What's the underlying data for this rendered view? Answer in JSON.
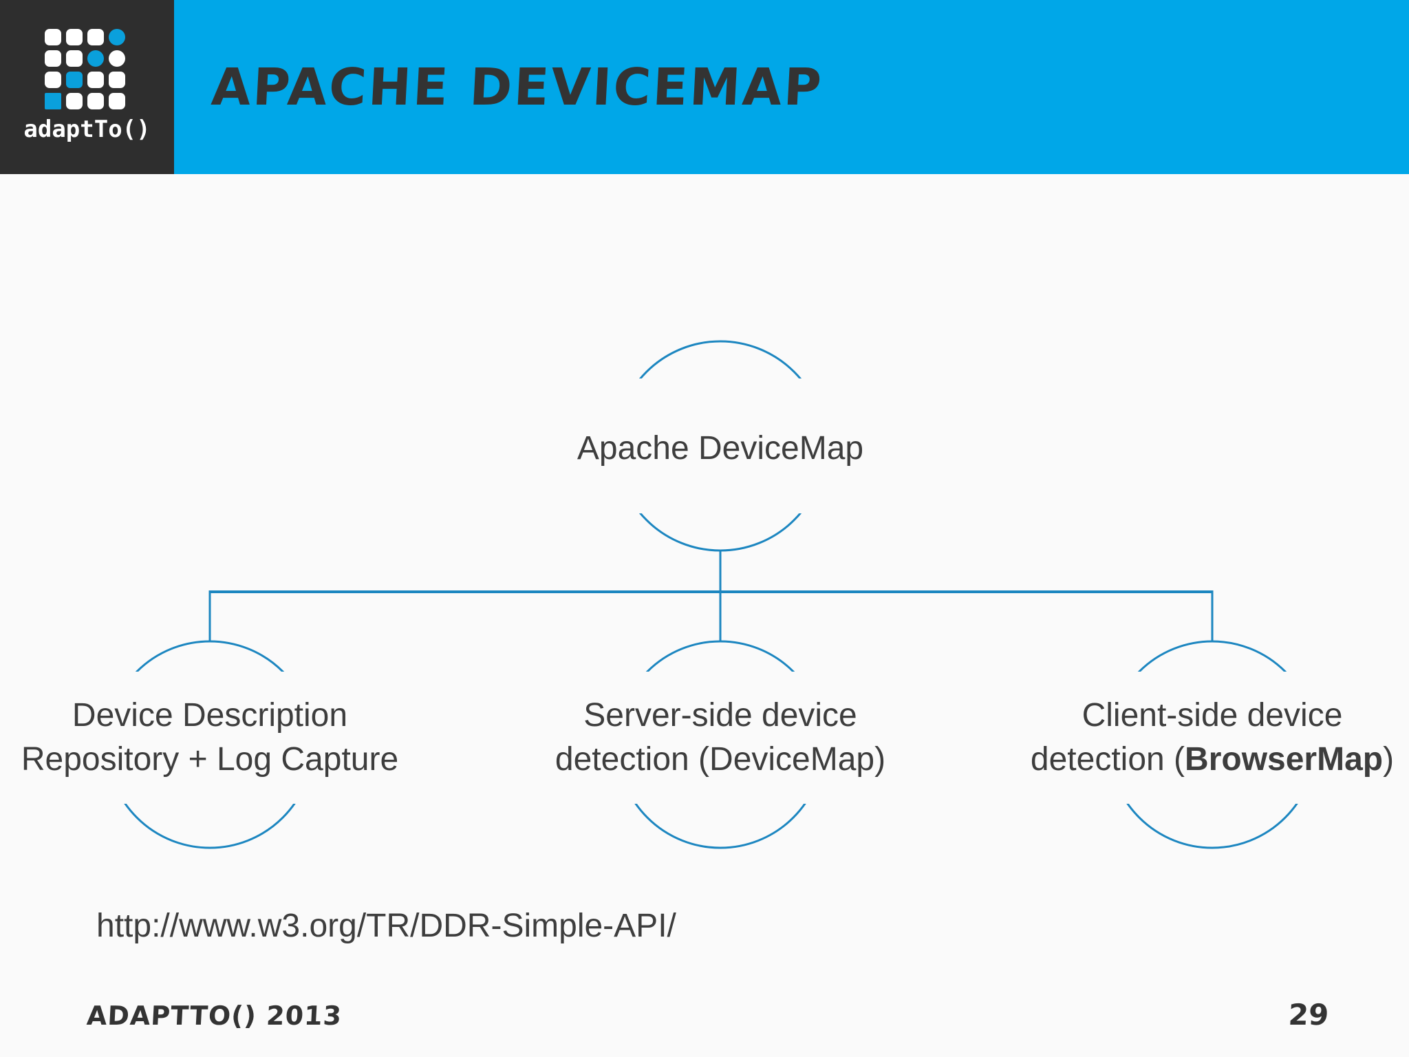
{
  "colors": {
    "page-bg": "#fafafa",
    "header-blue": "#00a7e8",
    "dark-bg": "#2e2e2e",
    "title-text": "#333333",
    "arc-blue": "#1c86c0",
    "body-text": "#3d3d3d",
    "logo-cell-white": "#ffffff",
    "logo-cell-blue": "#0aa0dc"
  },
  "header": {
    "logo_text": "adaptTo()",
    "title": "APACHE DEVICEMAP"
  },
  "diagram": {
    "root": {
      "label": "Apache DeviceMap"
    },
    "children": [
      {
        "line1": "Device Description",
        "line2": "Repository + Log Capture"
      },
      {
        "line1": "Server-side device",
        "line2": "detection (DeviceMap)"
      },
      {
        "line1": "Client-side device",
        "line2a": "detection (",
        "line2b": "BrowserMap",
        "line2c": ")"
      }
    ]
  },
  "reference": {
    "url": "http://www.w3.org/TR/DDR-Simple-API/"
  },
  "footer": {
    "conference": "ADAPTTO() 2013",
    "page": "29"
  }
}
